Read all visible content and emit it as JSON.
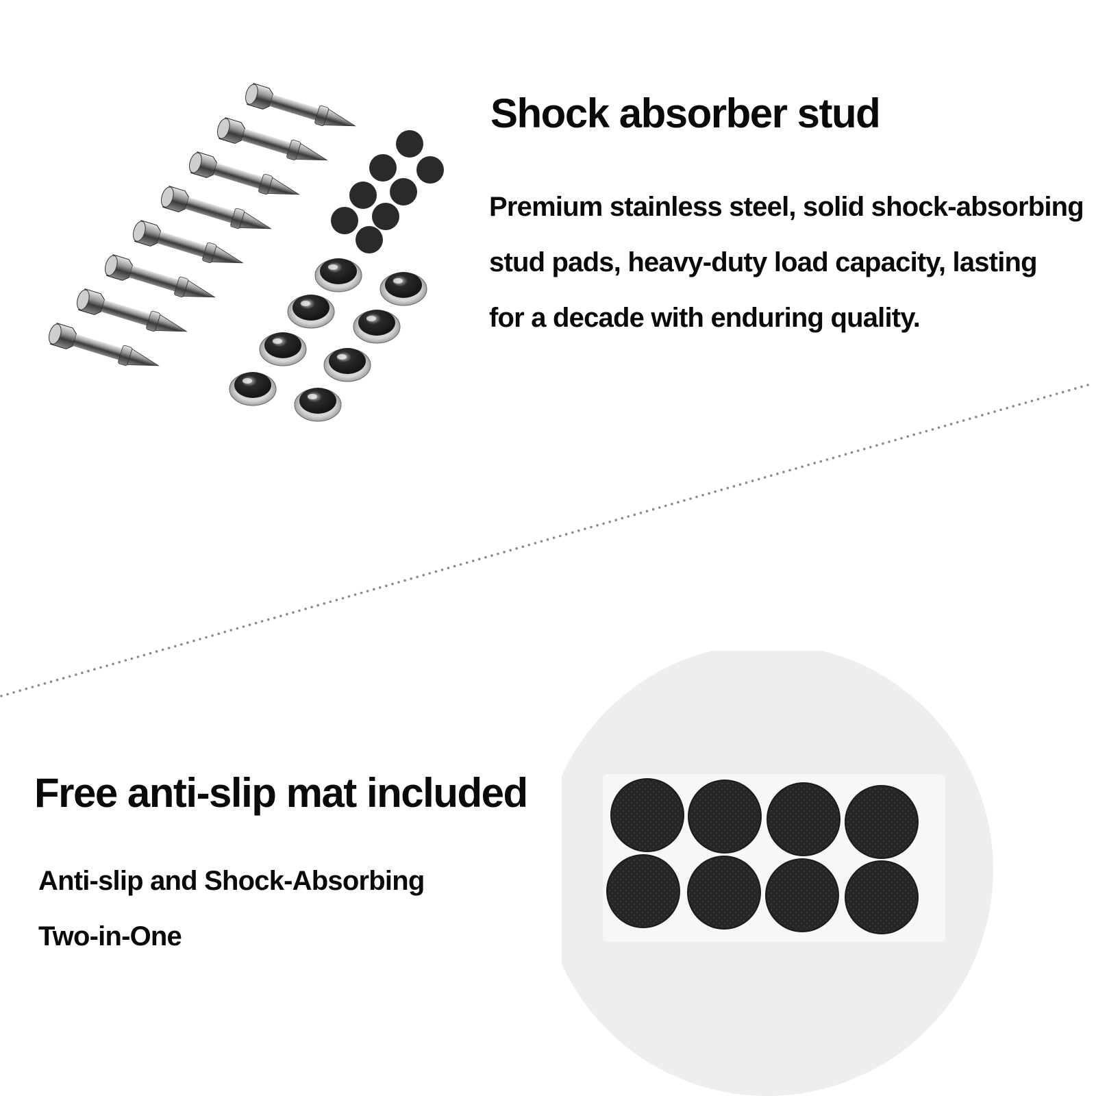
{
  "top_section": {
    "title": "Shock absorber stud",
    "description_lines": [
      "Premium stainless steel, solid shock-absorbing",
      "stud pads, heavy-duty load capacity, lasting",
      "for a decade with enduring quality."
    ]
  },
  "bottom_section": {
    "title": "Free anti-slip mat included",
    "description_lines": [
      "Anti-slip and Shock-Absorbing",
      "Two-in-One"
    ]
  },
  "images": {
    "studs": {
      "icon": "spike-stud-set-icon",
      "spike_count": 8,
      "cup_count": 8,
      "small_pad_count": 8
    },
    "mat": {
      "icon": "anti-slip-pad-sheet-icon",
      "pad_count": 8
    }
  },
  "colors": {
    "text": "#0a0a0a",
    "background": "#ffffff",
    "divider_dots": "#8a8a8a",
    "pad": "#2a2a2a",
    "mat_circle": "#eeeeee"
  }
}
